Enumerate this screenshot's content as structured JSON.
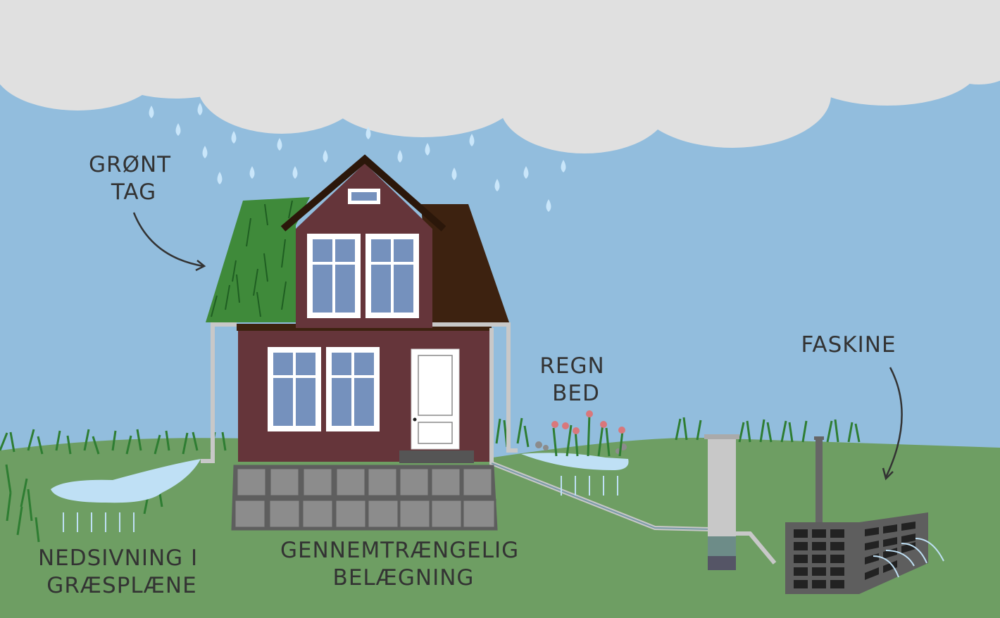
{
  "labels": {
    "green_roof": [
      "GRØNT",
      "TAG"
    ],
    "rain_bed": [
      "REGN",
      "BED"
    ],
    "soakaway": [
      "FASKINE"
    ],
    "lawn_infiltration": [
      "NEDSIVNING I",
      "GRÆSPLÆNE"
    ],
    "permeable_paving": [
      "GENNEMTRÆNGELIG",
      "BELÆGNING"
    ]
  },
  "colors": {
    "sky": "#92bddd",
    "cloud": "#e0e0e0",
    "ground": "#6e9e63",
    "house": "#65353a",
    "roof": "#3d2210",
    "window": "#7591bd",
    "water": "#bfe0f5",
    "grass": "#2e7d32"
  }
}
